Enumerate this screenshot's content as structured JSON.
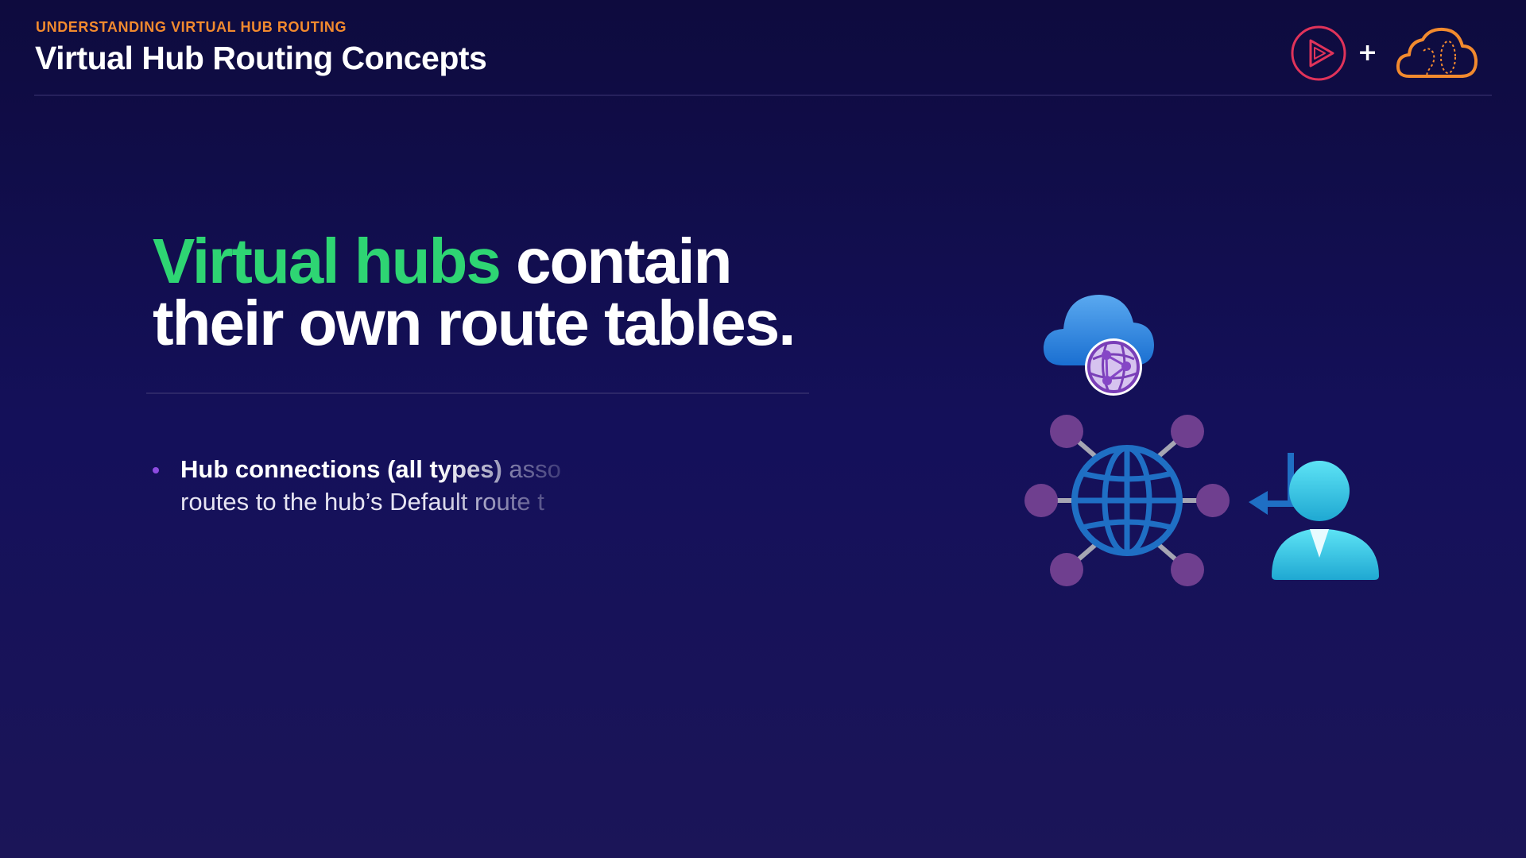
{
  "header": {
    "eyebrow": "UNDERSTANDING VIRTUAL HUB ROUTING",
    "title": "Virtual Hub Routing Concepts",
    "plus": "+"
  },
  "headline": {
    "accent": "Virtual hubs",
    "line1_rest": " contain",
    "line2": "their own route tables."
  },
  "bullet": {
    "bold": "Hub connections (all types)",
    "rest_line1": " asso",
    "line2": "routes to the hub’s Default route t"
  },
  "colors": {
    "eyebrow": "#f28a2e",
    "accent": "#2ed573",
    "bullet_dot": "#8d4be0",
    "logo_red": "#e0335a",
    "logo_orange": "#f28a2e"
  },
  "icons": {
    "logo_play": "play-circle-icon",
    "logo_cloud": "cloud-logo-icon",
    "hub_cloud": "cloud-network-icon",
    "hub_globe": "globe-network-icon",
    "user_arrow": "user-with-arrow-icon"
  }
}
